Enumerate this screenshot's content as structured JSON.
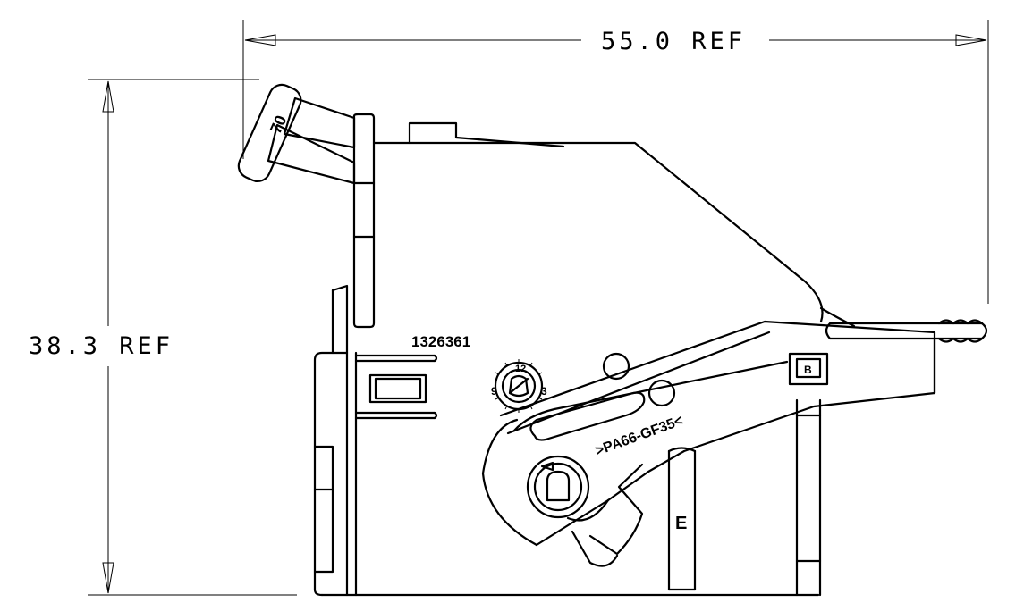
{
  "dimensions": {
    "width_label": "55.0 REF",
    "height_label": "38.3 REF"
  },
  "markings": {
    "part_number": "1326361",
    "material": ">PA66-GF35<",
    "tab_number": "70",
    "letter_e": "E",
    "small_box_letter": "B",
    "date_wheel_12": "12",
    "date_wheel_3": "3",
    "date_wheel_9": "9"
  }
}
